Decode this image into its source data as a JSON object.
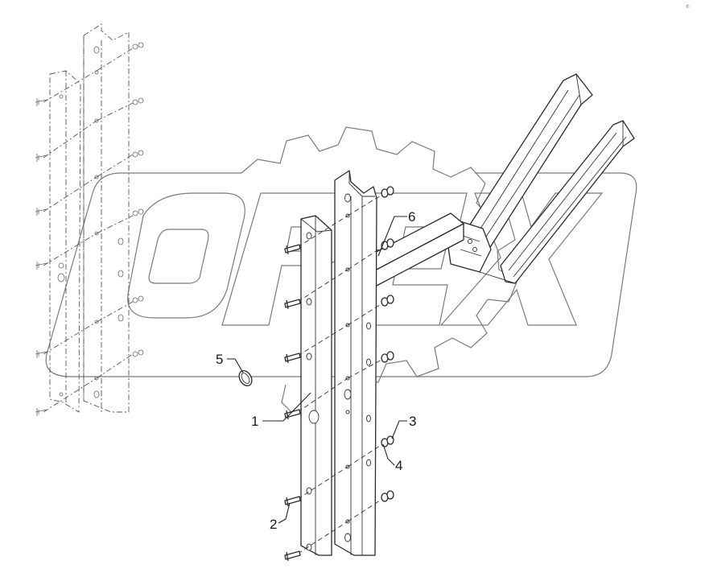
{
  "diagram": {
    "watermark": "OPEX",
    "corner_mark": "©",
    "callouts": [
      {
        "id": "1",
        "text": "1"
      },
      {
        "id": "2",
        "text": "2"
      },
      {
        "id": "3",
        "text": "3"
      },
      {
        "id": "4",
        "text": "4"
      },
      {
        "id": "5",
        "text": "5"
      },
      {
        "id": "6",
        "text": "6"
      }
    ]
  }
}
